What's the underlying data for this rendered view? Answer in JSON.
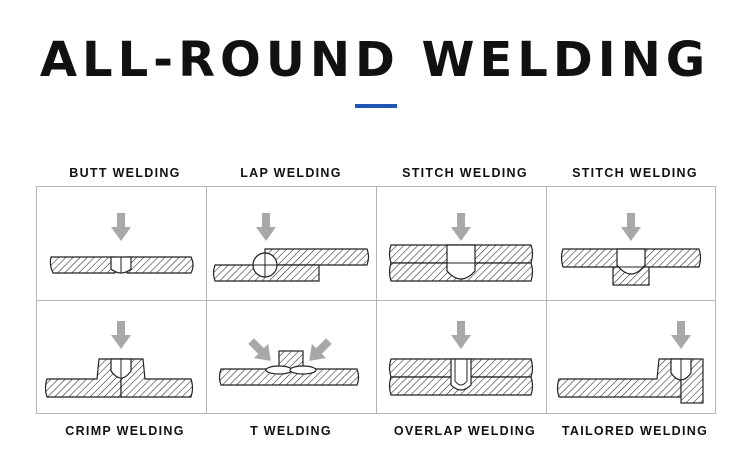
{
  "title": "ALL-ROUND WELDING",
  "colors": {
    "accent": "#1e56b4",
    "arrow": "#a8a8a8",
    "stroke": "#222222",
    "grid": "#b5b5b5"
  },
  "welding_types": [
    {
      "label": "BUTT WELDING",
      "icon": "butt-weld-icon"
    },
    {
      "label": "LAP WELDING",
      "icon": "lap-weld-icon"
    },
    {
      "label": "STITCH WELDING",
      "icon": "stitch-weld-icon"
    },
    {
      "label": "STITCH WELDING",
      "icon": "stitch-weld-2-icon"
    },
    {
      "label": "CRIMP WELDING",
      "icon": "crimp-weld-icon"
    },
    {
      "label": "T WELDING",
      "icon": "t-weld-icon"
    },
    {
      "label": "OVERLAP WELDING",
      "icon": "overlap-weld-icon"
    },
    {
      "label": "TAILORED WELDING",
      "icon": "tailored-weld-icon"
    }
  ]
}
